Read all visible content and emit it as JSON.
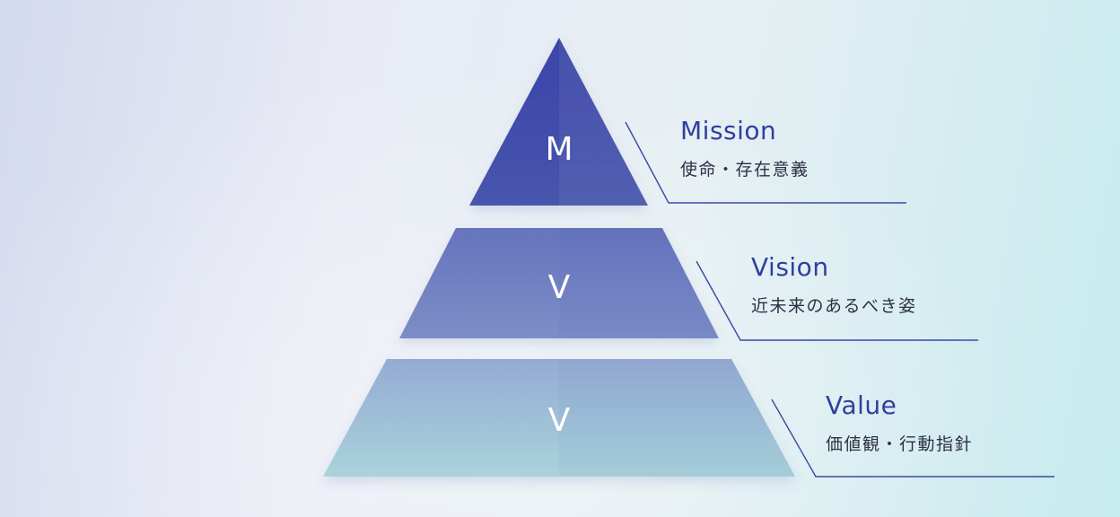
{
  "layers": [
    {
      "letter": "M",
      "title": "Mission",
      "subtitle": "使命・存在意義",
      "color_top": "#3a45a8",
      "color_bottom": "#4755ad"
    },
    {
      "letter": "V",
      "title": "Vision",
      "subtitle": "近未来のあるべき姿",
      "color_top": "#6674bd",
      "color_bottom": "#7c8ec6"
    },
    {
      "letter": "V",
      "title": "Value",
      "subtitle": "価値観・行動指針",
      "color_top": "#94abd3",
      "color_bottom": "#a9d3da"
    }
  ],
  "colors": {
    "accent_text": "#2f3f9f",
    "subtitle_text": "#2e2f45",
    "leader_line": "#3a49a6"
  }
}
